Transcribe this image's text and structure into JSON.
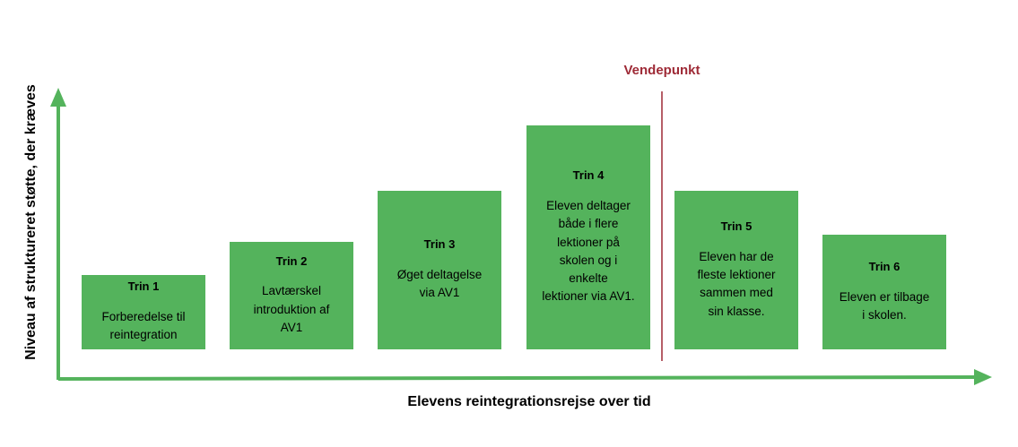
{
  "axes": {
    "y_label": "Niveau af struktureret støtte, der kræves",
    "x_label": "Elevens reintegrationsrejse over tid",
    "color": "#54b35c"
  },
  "turning_point": {
    "label": "Vendepunkt",
    "color": "#9e2a36"
  },
  "steps": [
    {
      "title": "Trin 1",
      "description": "Forberedelse til\nreintegration"
    },
    {
      "title": "Trin 2",
      "description": "Lavtærskel\nintroduktion af\nAV1"
    },
    {
      "title": "Trin 3",
      "description": "Øget deltagelse\nvia AV1"
    },
    {
      "title": "Trin 4",
      "description": "Eleven deltager\nbåde i flere\nlektioner på\nskolen og i\nenkelte\nlektioner via AV1."
    },
    {
      "title": "Trin 5",
      "description": "Eleven har de\nfleste lektioner\nsammen med\nsin klasse."
    },
    {
      "title": "Trin 6",
      "description": "Eleven er tilbage\ni skolen."
    }
  ],
  "step_color": "#54b35c"
}
